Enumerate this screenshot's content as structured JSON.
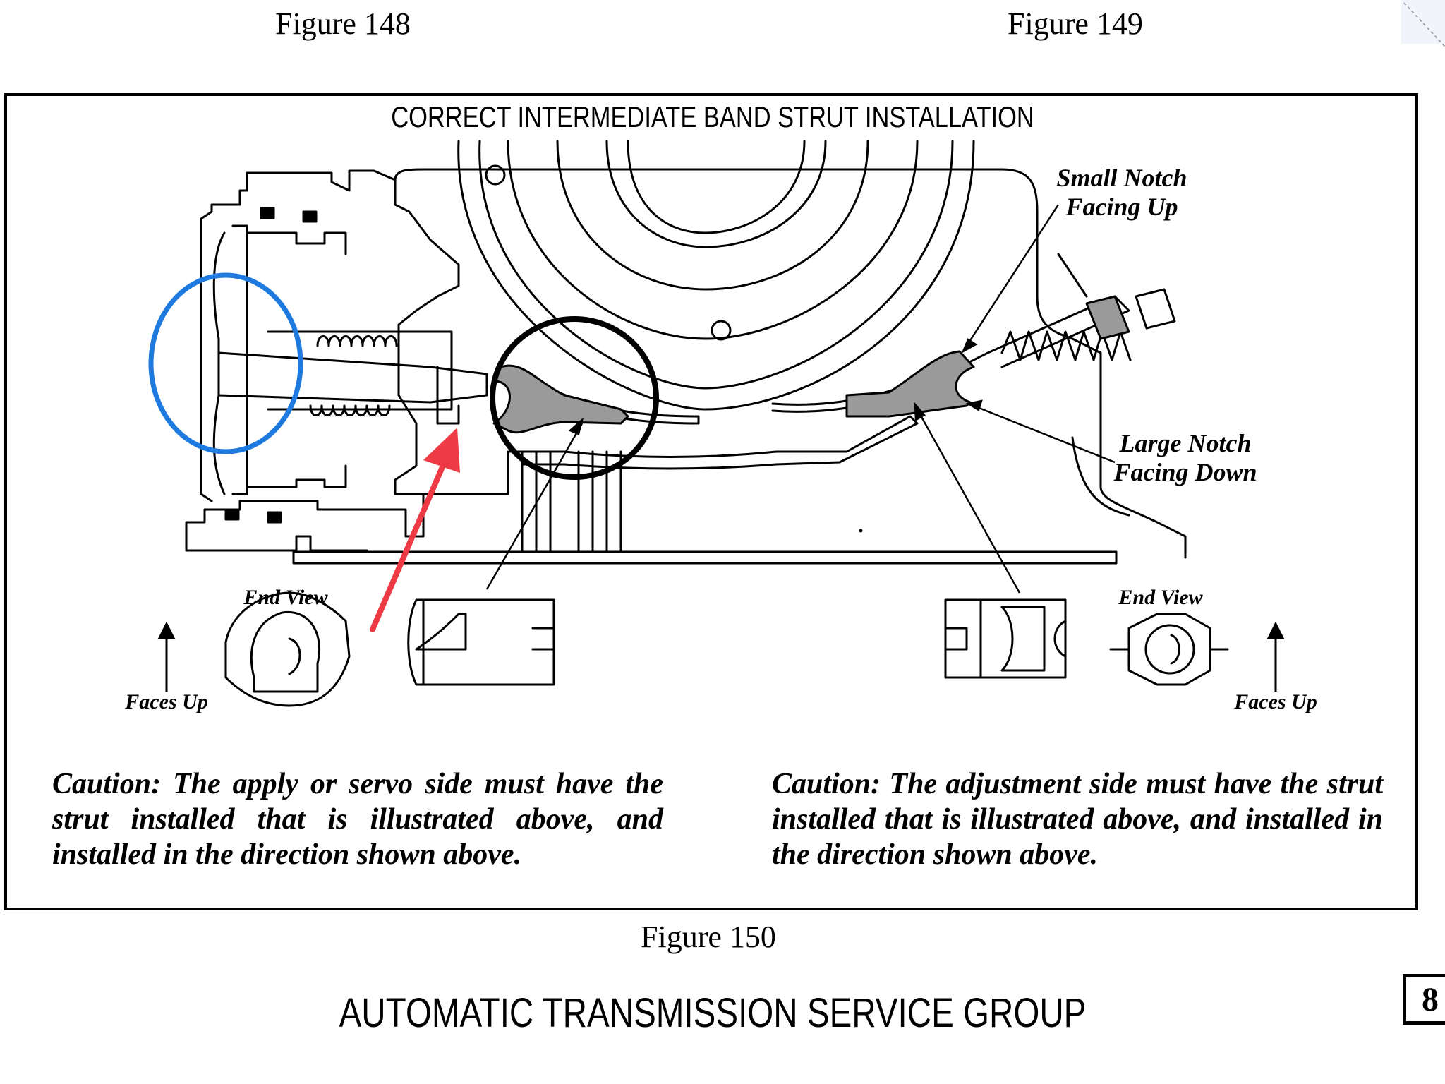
{
  "figure_labels": {
    "top_left": "Figure 148",
    "top_right": "Figure 149",
    "bottom": "Figure 150"
  },
  "diagram": {
    "title": "CORRECT INTERMEDIATE BAND STRUT INSTALLATION",
    "labels": {
      "small_notch": "Small Notch Facing Up",
      "large_notch": "Large Notch Facing Down",
      "end_view_left": "End View",
      "end_view_right": "End View",
      "faces_up_left": "Faces Up",
      "faces_up_right": "Faces Up"
    },
    "callouts": {
      "blue_circle_color": "#1f7ae0",
      "black_circle_color": "#000000",
      "red_arrow_color": "#ee3a45"
    },
    "strut_fill": "#9a9a9a"
  },
  "cautions": {
    "left": "Caution: The apply or servo side must have the strut installed that is illustrated above, and installed in the direction shown above.",
    "right": "Caution: The adjustment side must have the strut installed that is illustrated above, and installed in the direction shown above."
  },
  "footer": {
    "brand": "AUTOMATIC TRANSMISSION SERVICE GROUP",
    "page_number": "8"
  }
}
